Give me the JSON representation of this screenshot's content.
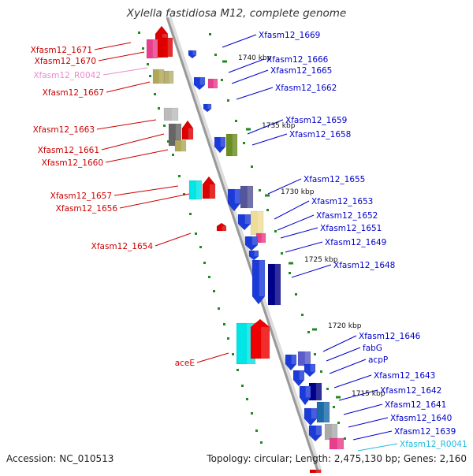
{
  "title": "Xylella fastidiosa M12, complete genome",
  "accession": "Accession: NC_010513",
  "topology": "Topology: circular; Length: 2,475,130 bp; Genes: 2,160",
  "scale": [
    "1740 kbp",
    "1735 kbp",
    "1730 kbp",
    "1725 kbp",
    "1720 kbp",
    "1715 kbp"
  ],
  "colors": {
    "left_labels": "#cc0000",
    "right_labels": "#0000cc",
    "rna_left": "#ee88cc",
    "rna_right": "#22bbdd",
    "axis": "#999999"
  },
  "left_genes": [
    "Xfasm12_1671",
    "Xfasm12_1670",
    "Xfasm12_R0042",
    "Xfasm12_1667",
    "Xfasm12_1663",
    "Xfasm12_1661",
    "Xfasm12_1660",
    "Xfasm12_1657",
    "Xfasm12_1656",
    "Xfasm12_1654",
    "aceE"
  ],
  "right_genes": [
    "Xfasm12_1669",
    "Xfasm12_1666",
    "Xfasm12_1665",
    "Xfasm12_1662",
    "Xfasm12_1659",
    "Xfasm12_1658",
    "Xfasm12_1655",
    "Xfasm12_1653",
    "Xfasm12_1652",
    "Xfasm12_1651",
    "Xfasm12_1649",
    "Xfasm12_1648",
    "Xfasm12_1646",
    "fabG",
    "acpP",
    "Xfasm12_1643",
    "Xfasm12_1642",
    "Xfasm12_1641",
    "Xfasm12_1640",
    "Xfasm12_1639",
    "Xfasm12_R0041"
  ]
}
